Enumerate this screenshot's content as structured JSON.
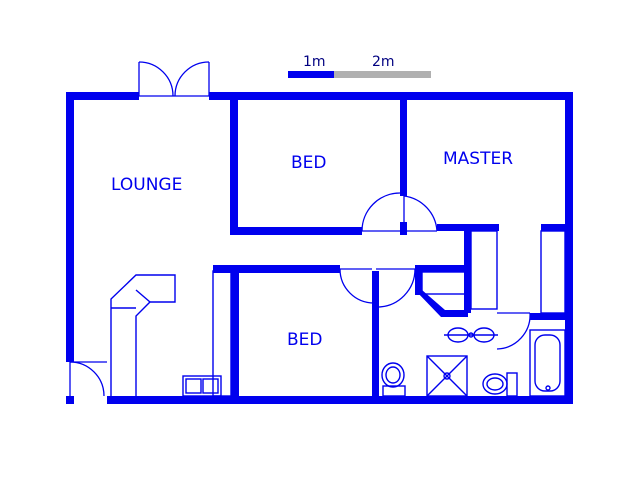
{
  "scale_bar": {
    "label_1": "1m",
    "label_2": "2m",
    "color_primary": "#0000ee",
    "color_secondary": "#b0b0b0"
  },
  "rooms": {
    "lounge": "LOUNGE",
    "bed_top": "BED",
    "master": "MASTER",
    "bed_bottom": "BED"
  },
  "colors": {
    "wall": "#0000ee",
    "background": "#ffffff"
  }
}
